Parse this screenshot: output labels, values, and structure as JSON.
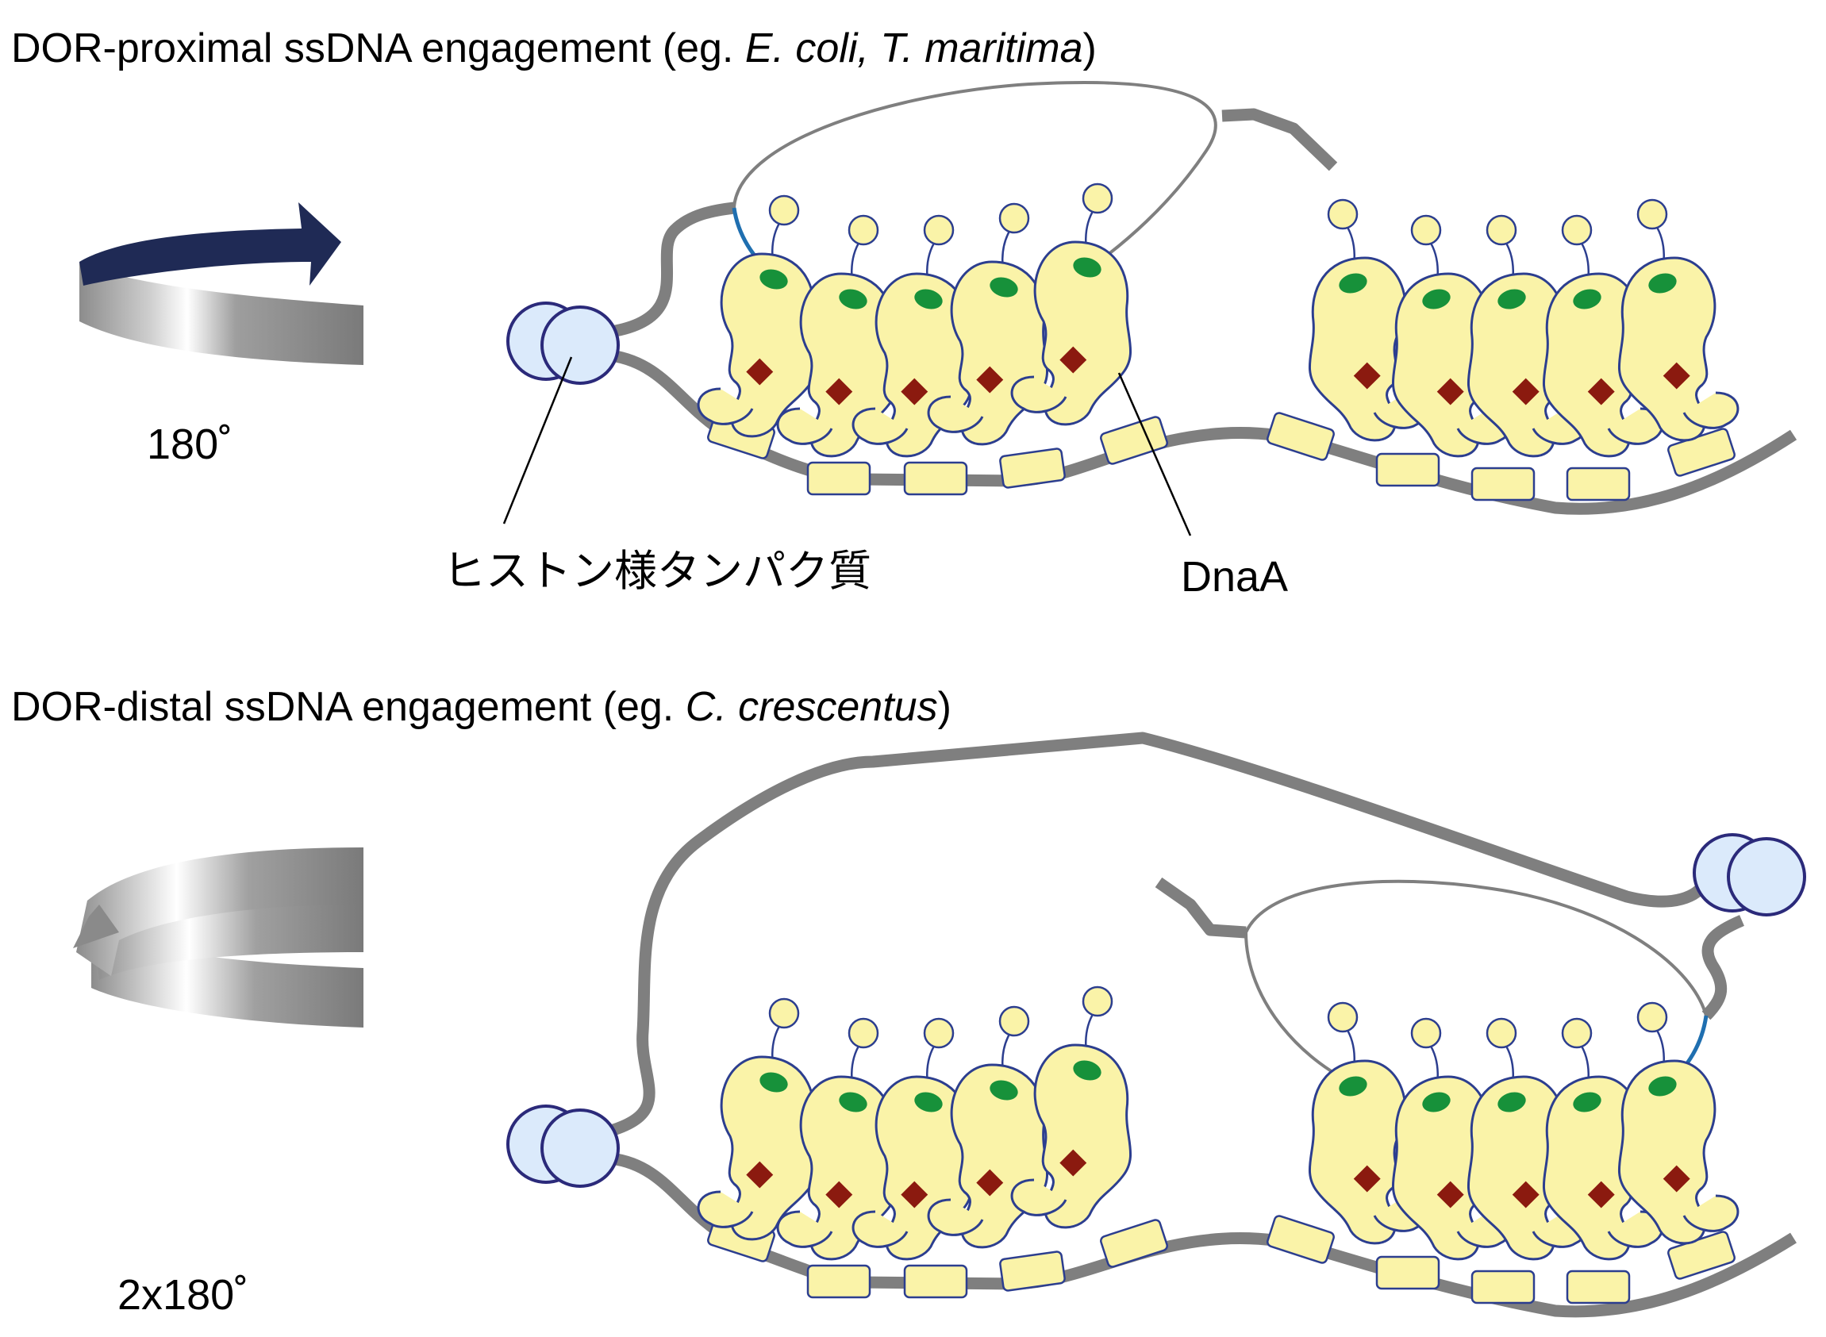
{
  "panels": [
    {
      "title_prefix": "DOR-proximal ssDNA engagement (eg. ",
      "title_italic": "E. coli, T. maritima",
      "title_suffix": ")",
      "rotation_label": "180˚"
    },
    {
      "title_prefix": "DOR-distal ssDNA engagement (eg. ",
      "title_italic": "C. crescentus",
      "title_suffix": ")",
      "rotation_label": "2x180˚"
    }
  ],
  "labels": {
    "histone_like": "ヒストン様タンパク質",
    "dnaa": "DnaA"
  },
  "colors": {
    "dsDNA": "#7f7f7f",
    "ssDNA": "#1f6fb0",
    "dnaa_fill": "#faf3a8",
    "dnaa_outline": "#2c3e8f",
    "atp_site": "#17913a",
    "marker": "#8b1a0f",
    "histone_like_fill": "#dbeafb",
    "arrow_dark": "#1f2a55",
    "arrow_grey": "#8a8a8a"
  },
  "icons": {
    "rotation_single": "curved-arrow-clockwise-icon",
    "rotation_double": "double-ribbon-arrow-icon"
  }
}
